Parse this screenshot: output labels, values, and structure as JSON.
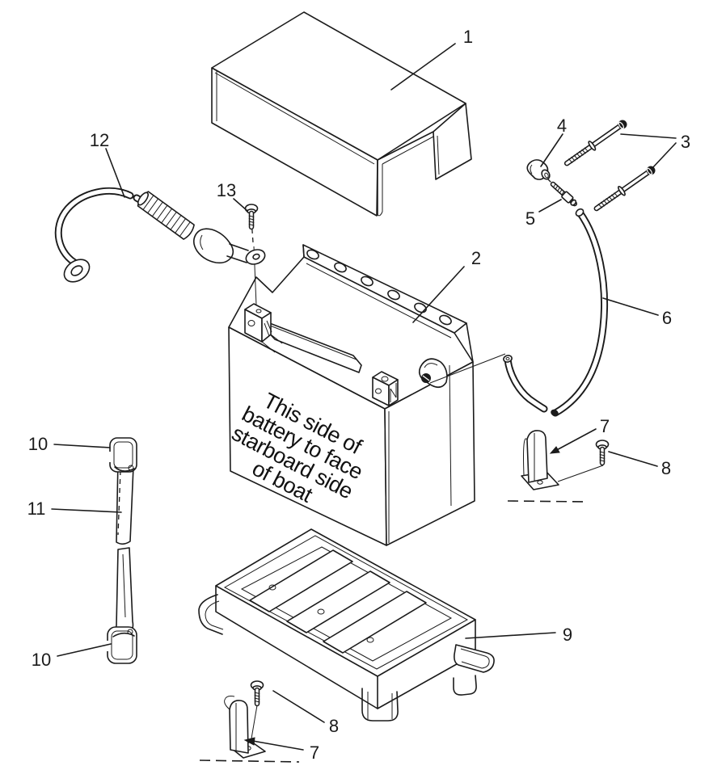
{
  "diagram": {
    "kind": "exploded-parts-diagram",
    "subject": "battery-box-assembly",
    "colors": {
      "background": "#ffffff",
      "line": "#1b1b1b"
    },
    "battery_text": {
      "lines": [
        "This side of",
        "battery to face",
        "starboard side",
        "of boat"
      ]
    },
    "callouts": [
      {
        "label": "1",
        "part": "battery-cover"
      },
      {
        "label": "2",
        "part": "battery"
      },
      {
        "label": "3",
        "part": "mounting-bolts"
      },
      {
        "label": "4",
        "part": "terminal-cap"
      },
      {
        "label": "5",
        "part": "terminal-stud"
      },
      {
        "label": "6",
        "part": "vent-hose"
      },
      {
        "label": "7",
        "part": "bracket-upper"
      },
      {
        "label": "8",
        "part": "screw-upper"
      },
      {
        "label": "9",
        "part": "battery-tray"
      },
      {
        "label": "10",
        "part": "strap-hook-top"
      },
      {
        "label": "11",
        "part": "hold-down-strap"
      },
      {
        "label": "10",
        "part": "strap-hook-bottom"
      },
      {
        "label": "12",
        "part": "battery-cable"
      },
      {
        "label": "13",
        "part": "terminal-screw"
      },
      {
        "label": "8",
        "part": "screw-lower"
      },
      {
        "label": "7",
        "part": "bracket-lower"
      }
    ]
  }
}
